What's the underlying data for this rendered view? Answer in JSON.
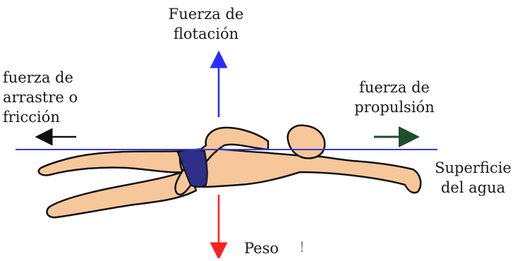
{
  "labels": {
    "buoyancy_line1": "Fuerza de",
    "buoyancy_line2": "flotación",
    "drag_line1": "fuerza de",
    "drag_line2": "arrastre o",
    "drag_line3": "fricción",
    "propulsion_line1": "fuerza de",
    "propulsion_line2": "propulsión",
    "surface_line1": "Superficie",
    "surface_line2": "del agua",
    "weight": "Peso",
    "stray_mark": "!"
  },
  "colors": {
    "buoyancy_arrow": "#2b2bff",
    "weight_arrow": "#ff2020",
    "drag_arrow": "#111111",
    "propulsion_arrow": "#1f4d2e",
    "water_line": "#3a3ad8",
    "skin": "#f6c79a",
    "outline": "#111111",
    "swimsuit": "#2f2f8a"
  }
}
